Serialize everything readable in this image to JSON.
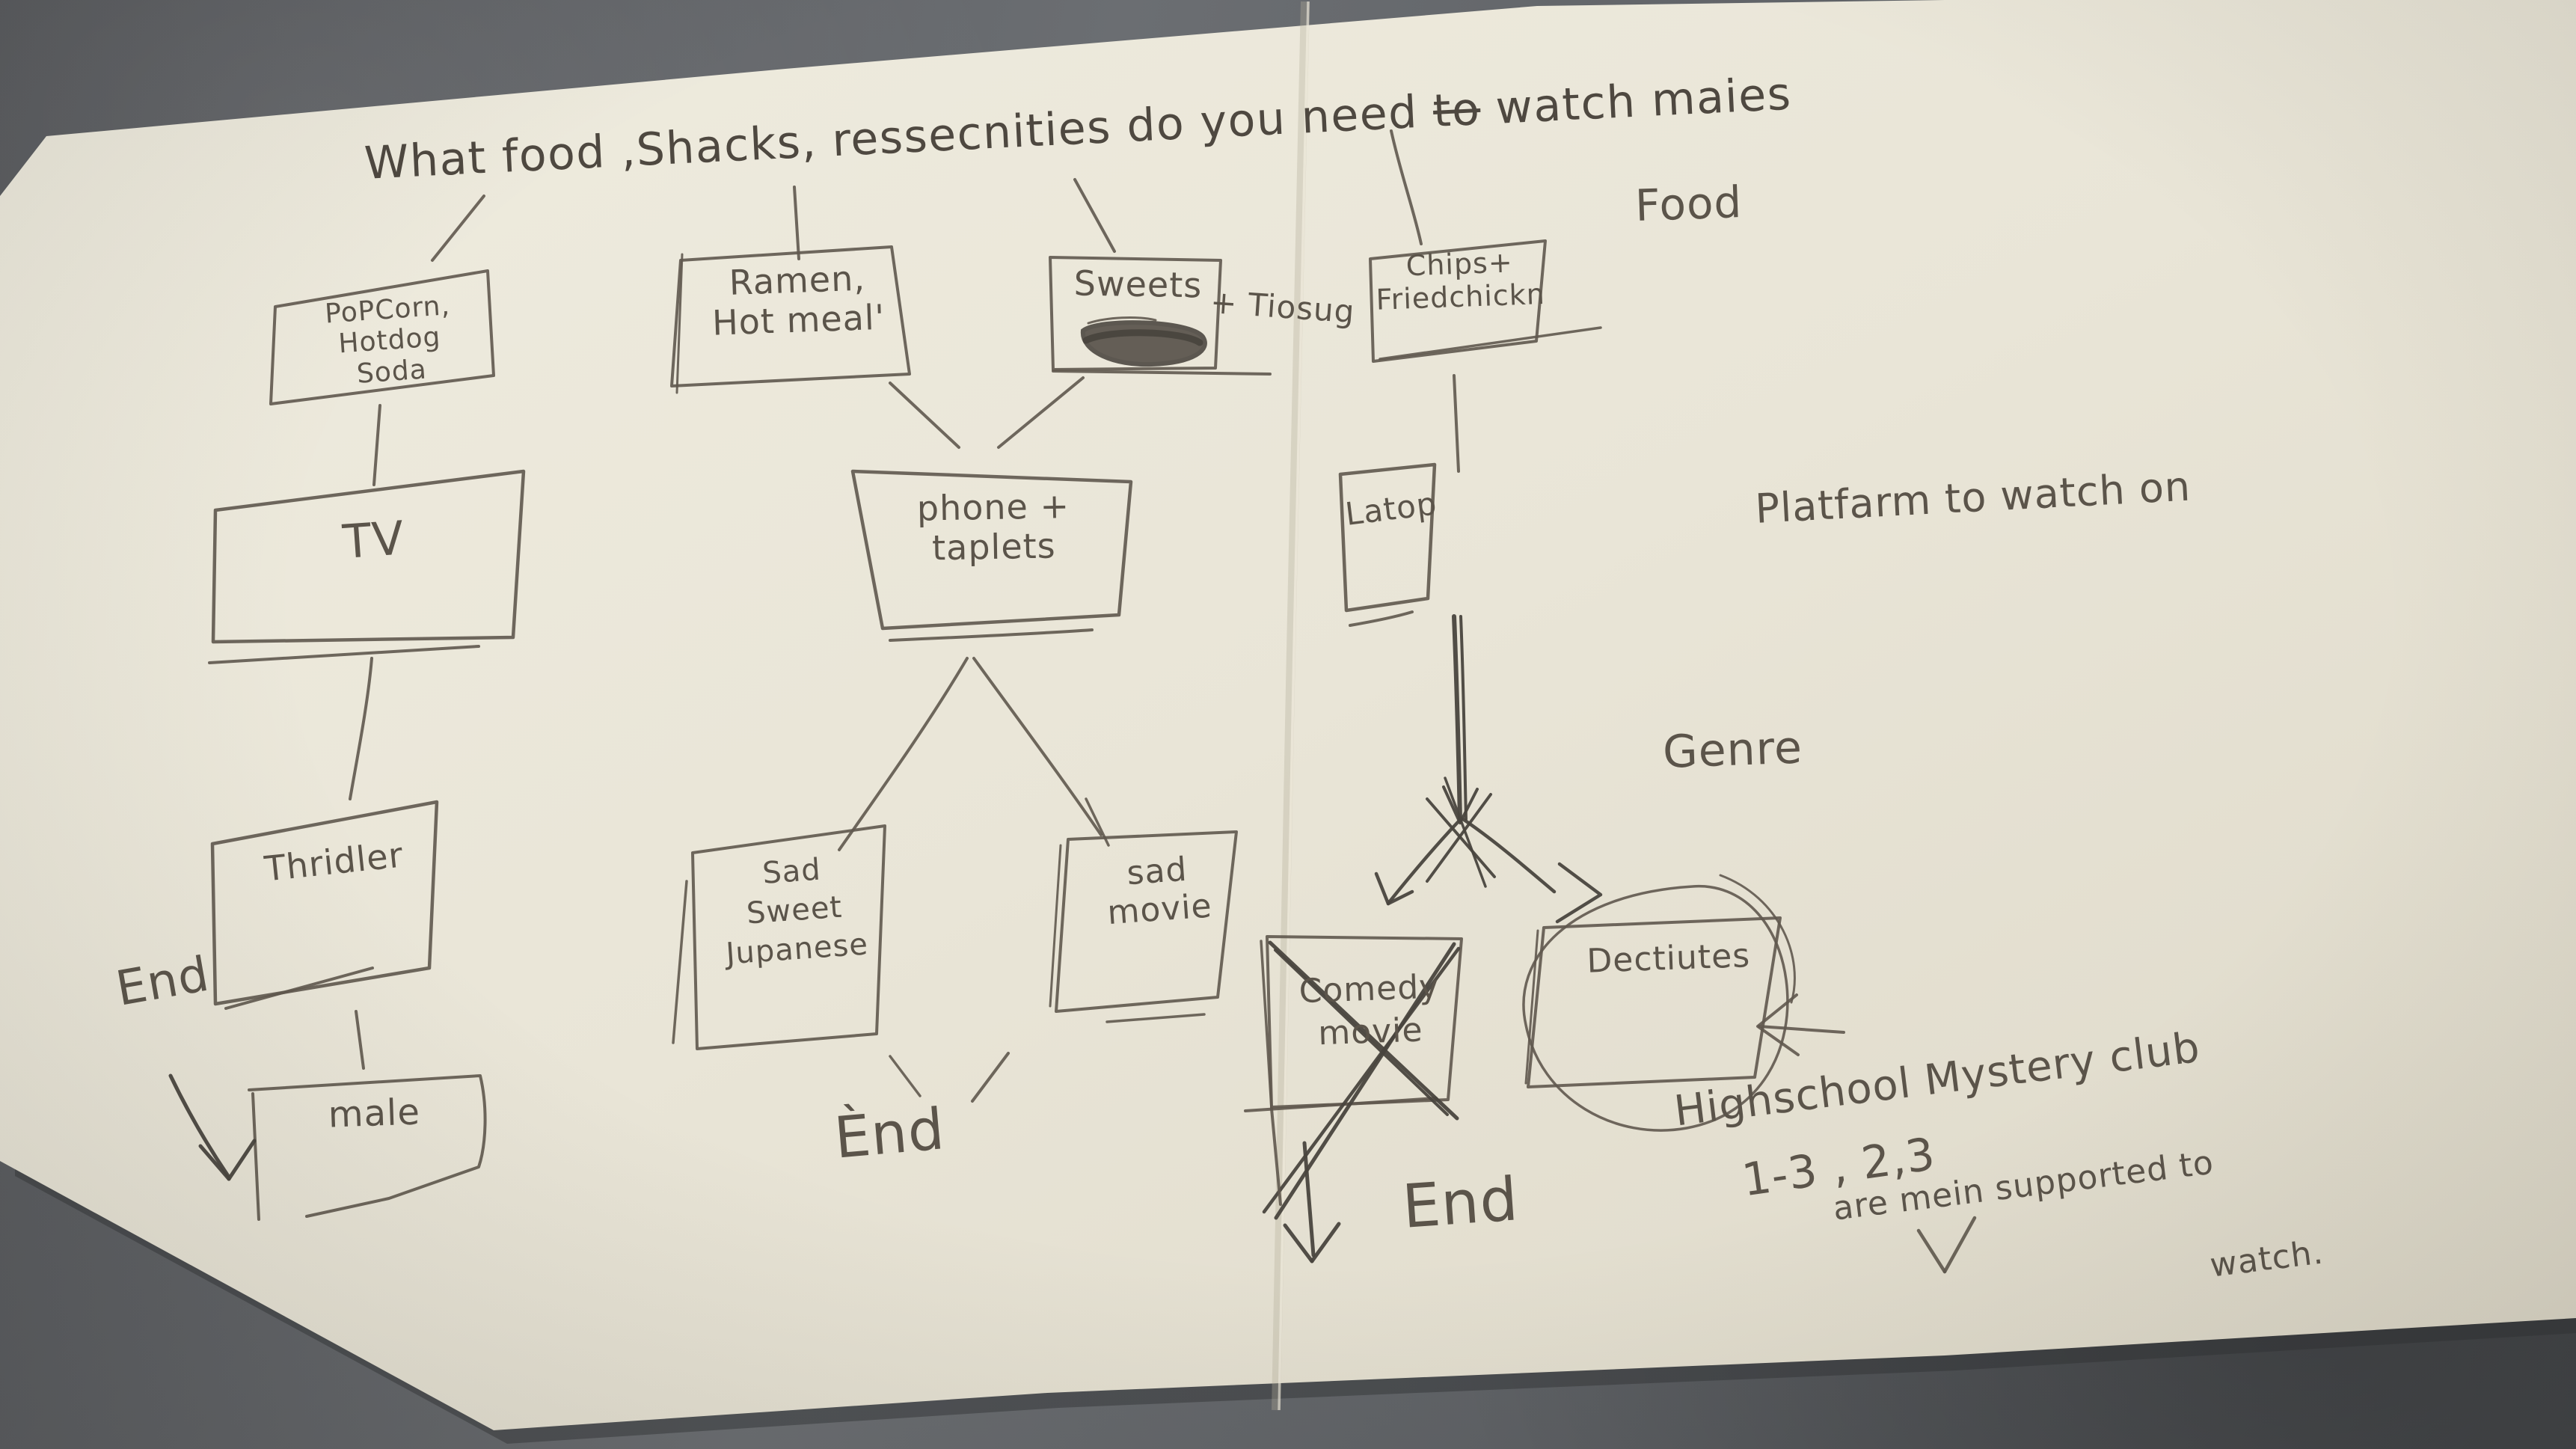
{
  "scene": {
    "description": "hand-drawn pencil flowchart on a folded sheet of paper lying on a dark table",
    "paper_color": "#eae6d8",
    "table_color": "#5d6064",
    "pencil_color": "#5f584e"
  },
  "title": {
    "pre": "What food ,Shacks, ressecnities do you need ",
    "struck": "to",
    "post": " watch maies"
  },
  "section_labels": {
    "food": "Food",
    "platform": "Platfarm to watch on",
    "genre": "Genre"
  },
  "food_nodes": {
    "popcorn": {
      "label": "PoPCorn, Hotdog\nSoda"
    },
    "ramen": {
      "label": "Ramen,\nHot meal'"
    },
    "sweets": {
      "label": "Sweets",
      "outside_note": "+ Tiosug",
      "scribble": "illegible scribbled-out word"
    },
    "chips": {
      "label": "Chips+\nFriedchickn"
    }
  },
  "platform_nodes": {
    "tv": {
      "label": "TV"
    },
    "phone": {
      "label": "phone +\ntaplets"
    },
    "laptop": {
      "label": "Latop"
    }
  },
  "genre_nodes": {
    "thriller": {
      "label": "Thridler"
    },
    "movie": {
      "label": "male"
    },
    "sad_sweet": {
      "label": "Sad\nSweet\nJupanese"
    },
    "sad_movie": {
      "label": "sad\nmovie"
    },
    "comedy": {
      "label": "Comedy\nmovie",
      "status": "crossed out with large X"
    },
    "detectives": {
      "label": "Dectiutes"
    }
  },
  "end_labels": {
    "left": "End",
    "middle": "Ènd",
    "right": "End"
  },
  "notes": {
    "club": "Highschool Mystery club",
    "episodes": "1-3 , 2,3",
    "supported_line1": "are mein supported to",
    "supported_line2": "watch."
  }
}
